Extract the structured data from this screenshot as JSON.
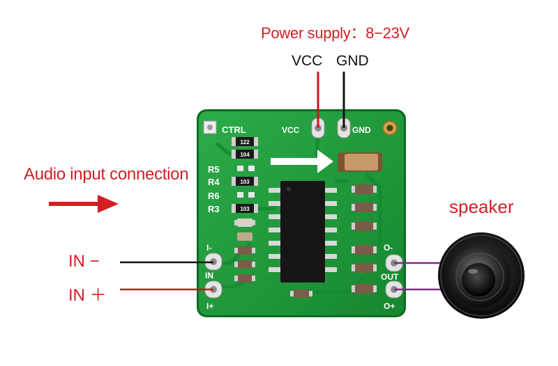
{
  "labels": {
    "power_supply": "Power supply：8−23V",
    "vcc": "VCC",
    "gnd": "GND",
    "audio_input": "Audio input connection",
    "speaker": "speaker",
    "in_minus": "IN −",
    "in_plus": "IN ＋"
  },
  "silkscreen": {
    "ctrl": "CTRL",
    "vcc": "VCC",
    "gnd": "GND",
    "r5": "R5",
    "r4": "R4",
    "r6": "R6",
    "r3": "R3",
    "i_minus": "I-",
    "in": "IN",
    "i_plus": "I+",
    "o_minus": "O-",
    "out": "OUT",
    "o_plus": "O+"
  },
  "resistor_codes": [
    "122",
    "104",
    "103",
    "103"
  ],
  "colors": {
    "label_red": "#d21f24",
    "board_green": "#1f9a3c",
    "wire_red": "#c4181d",
    "wire_purple": "#7a2a82",
    "wire_black": "#111111"
  }
}
